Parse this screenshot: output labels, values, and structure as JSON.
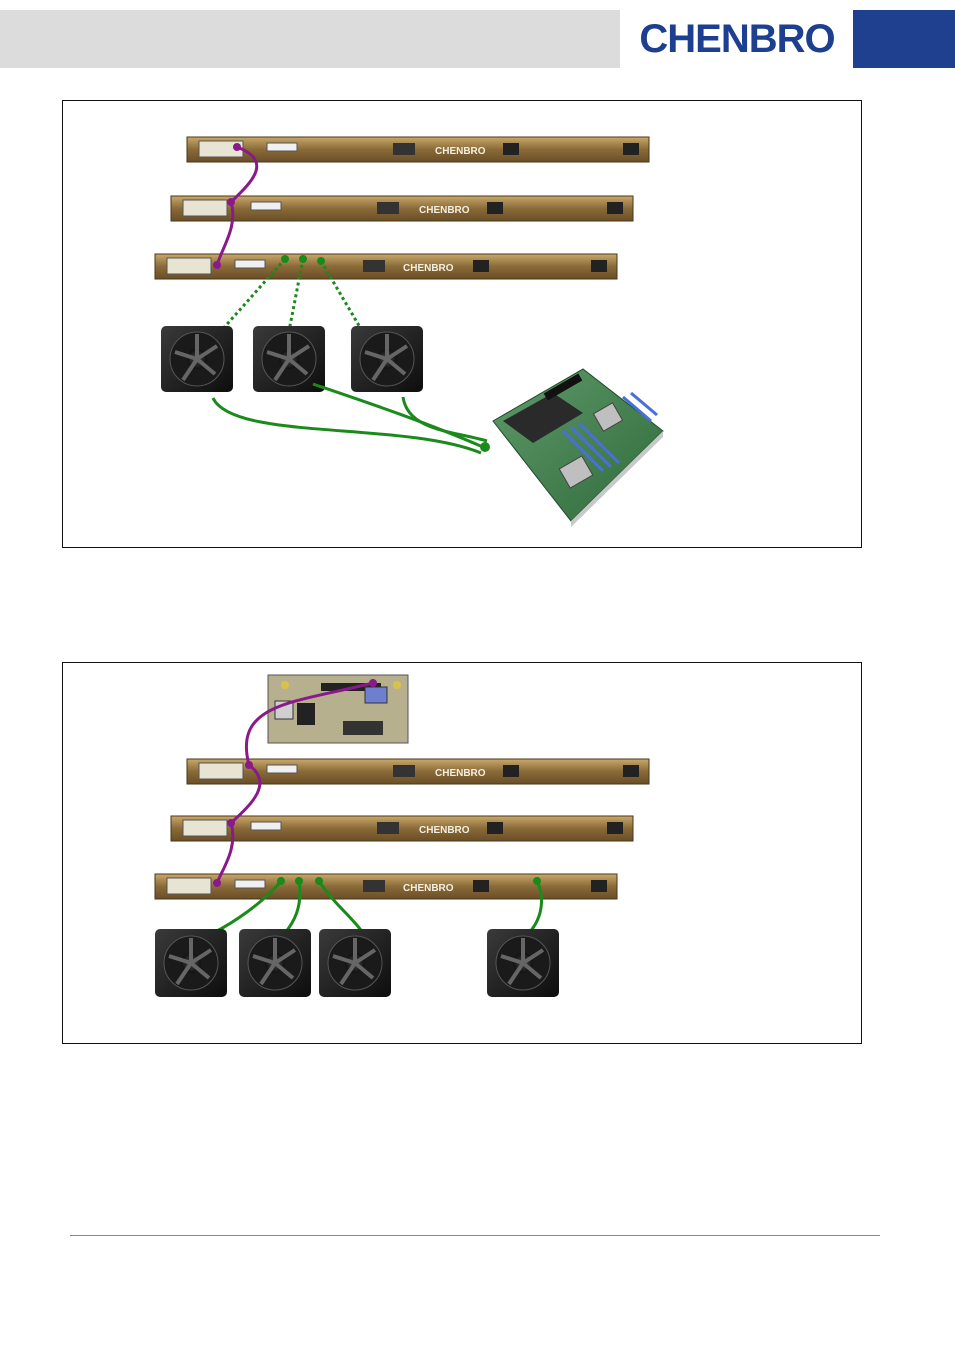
{
  "header": {
    "logo_text": "CHENBRO",
    "brand_color": "#1f3f8f",
    "bar_color": "#dcdcdc"
  },
  "figures": [
    {
      "boards": [
        {
          "label": "CHENBRO"
        },
        {
          "label": "CHENBRO"
        },
        {
          "label": "CHENBRO"
        }
      ],
      "fan_count": 3,
      "has_motherboard": true,
      "cable_colors": {
        "power": "#8a1a8a",
        "fan": "#1a8a1a"
      }
    },
    {
      "boards": [
        {
          "label": "CHENBRO"
        },
        {
          "label": "CHENBRO"
        },
        {
          "label": "CHENBRO"
        }
      ],
      "fan_count": 4,
      "has_controller_board": true,
      "cable_colors": {
        "power": "#8a1a8a",
        "fan": "#1a8a1a"
      }
    }
  ]
}
